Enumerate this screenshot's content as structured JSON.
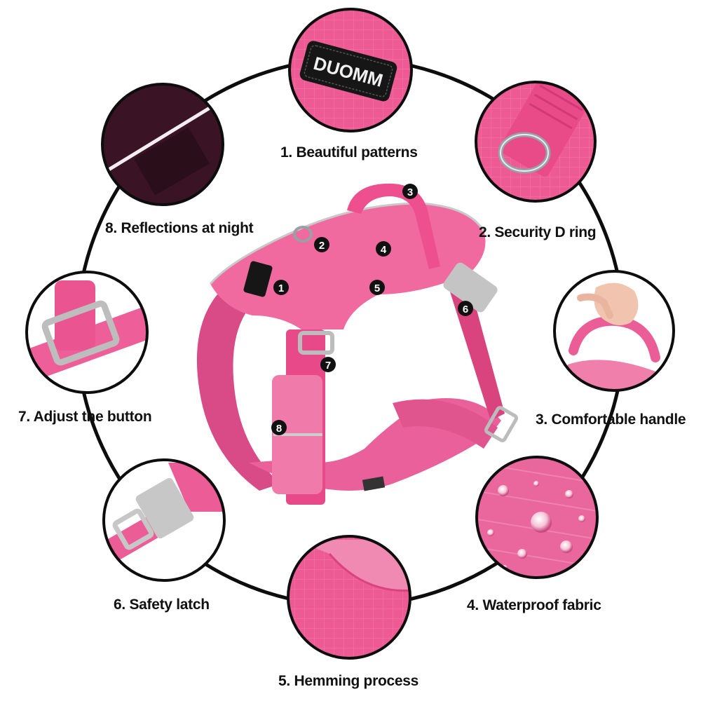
{
  "brand": "DUOMM",
  "colors": {
    "pink": "#ee5a94",
    "pink_dark": "#c93a76",
    "pink_light": "#f7a1c4",
    "gray_buckle": "#b8b8b8",
    "night_fabric": "#3a1424",
    "ring_line": "#0d0d0d"
  },
  "features": [
    {
      "num": "1",
      "label": "1. Beautiful patterns"
    },
    {
      "num": "2",
      "label": "2. Security D ring"
    },
    {
      "num": "3",
      "label": "3. Comfortable handle"
    },
    {
      "num": "4",
      "label": "4. Waterproof fabric"
    },
    {
      "num": "5",
      "label": "5. Hemming process"
    },
    {
      "num": "6",
      "label": "6. Safety latch"
    },
    {
      "num": "7",
      "label": "7. Adjust the button"
    },
    {
      "num": "8",
      "label": "8. Reflections at night"
    }
  ]
}
